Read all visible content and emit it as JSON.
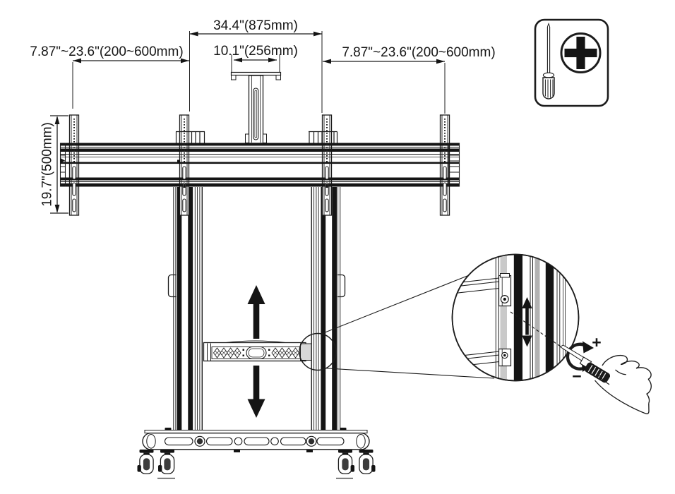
{
  "title": "TV cart mounting dimensions diagram",
  "dimensions": {
    "top_width": "34.4\"(875mm)",
    "left_bracket_range": "7.87\"~23.6\"(200~600mm)",
    "center_plate_width": "10.1\"(256mm)",
    "right_bracket_range": "7.87\"~23.6\"(200~600mm)",
    "bracket_height": "19.7\"(500mm)"
  },
  "detail_callout": {
    "increase_label": "+",
    "decrease_label": "−"
  },
  "icons": {
    "tool_badge": "phillips-screwdriver-icon",
    "adjust_arrows": "up-down-arrow-icon",
    "rotation": "rotate-clockwise-icon"
  },
  "colors": {
    "line": "#1c1c1c",
    "fill_black": "#141414",
    "shade_light": "#c9c9c9",
    "shade_mid": "#b2b2b2",
    "strut_cap": "#d8d8d8",
    "background": "#ffffff"
  }
}
